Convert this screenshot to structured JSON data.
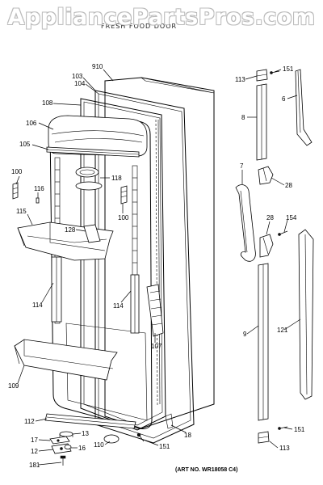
{
  "watermark": "AppliancePartsPros.com",
  "subtitle": "FRESH FOOD DOOR",
  "art_number": "(ART NO. WR18058 C4)",
  "labels": {
    "l910": "910",
    "l103": "103",
    "l104": "104",
    "l108": "108",
    "l106": "106",
    "l105": "105",
    "l100a": "100",
    "l116": "116",
    "l115": "115",
    "l118": "118",
    "l100b": "100",
    "l128a": "128",
    "l114a": "114",
    "l114b": "114",
    "l107": "107",
    "l109": "109",
    "l112": "112",
    "l13": "13",
    "l17": "17",
    "l12": "12",
    "l16": "16",
    "l110": "110",
    "l181": "181",
    "l151a": "151",
    "l18": "18",
    "l113a": "113",
    "l151b": "151",
    "l6": "6",
    "l8": "8",
    "l7": "7",
    "l28a": "28",
    "l28b": "28",
    "l154": "154",
    "l9": "9",
    "l121": "121",
    "l151c": "151",
    "l113b": "113"
  }
}
